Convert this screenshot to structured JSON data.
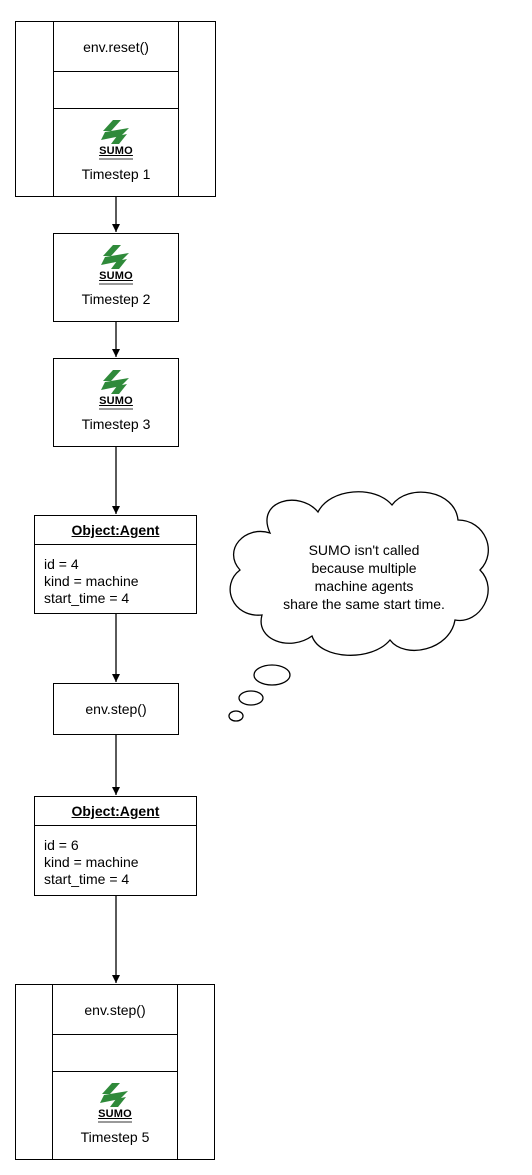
{
  "reset_box": {
    "label": "env.reset()"
  },
  "sumo_logo": {
    "word": "SUMO"
  },
  "timesteps": {
    "t1": "Timestep 1",
    "t2": "Timestep 2",
    "t3": "Timestep 3",
    "t5": "Timestep 5"
  },
  "agent1": {
    "title": "Object:Agent",
    "lines": [
      "id = 4",
      "kind = machine",
      "start_time = 4"
    ]
  },
  "step_box_1": {
    "label": "env.step()"
  },
  "agent2": {
    "title": "Object:Agent",
    "lines": [
      "id = 6",
      "kind = machine",
      "start_time = 4"
    ]
  },
  "step_box_2": {
    "label": "env.step()"
  },
  "thought_bubble": {
    "lines": [
      "SUMO isn't called",
      "because multiple",
      "machine agents",
      "share the same start time."
    ]
  },
  "colors": {
    "sumo_green": "#2f8a3a",
    "stroke": "#000000"
  }
}
